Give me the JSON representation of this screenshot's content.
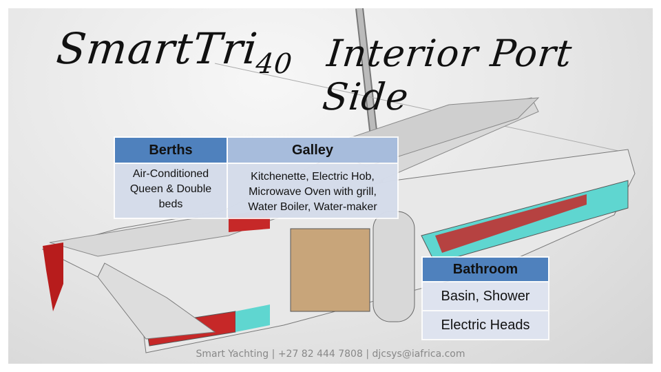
{
  "slide": {
    "title_brand": "SmartTri",
    "title_brand_sub": "40",
    "title_main": "Interior Port Side"
  },
  "table_main": {
    "headers": [
      "Berths",
      "Galley"
    ],
    "berths_lines": [
      "Air-Conditioned",
      "Queen & Double",
      "beds"
    ],
    "galley_lines": [
      "Kitchenette,  Electric Hob,",
      "Microwave Oven with grill,",
      "Water Boiler, Water-maker"
    ]
  },
  "table_bathroom": {
    "header": "Bathroom",
    "rows": [
      "Basin, Shower",
      "Electric Heads"
    ]
  },
  "footer": "Smart Yachting  | +27 82 444 7808 | djcsys@iafrica.com",
  "colors": {
    "header_dark": "#4f81bd",
    "header_light": "#a7bcdc",
    "cell": "#d0d8e8"
  }
}
